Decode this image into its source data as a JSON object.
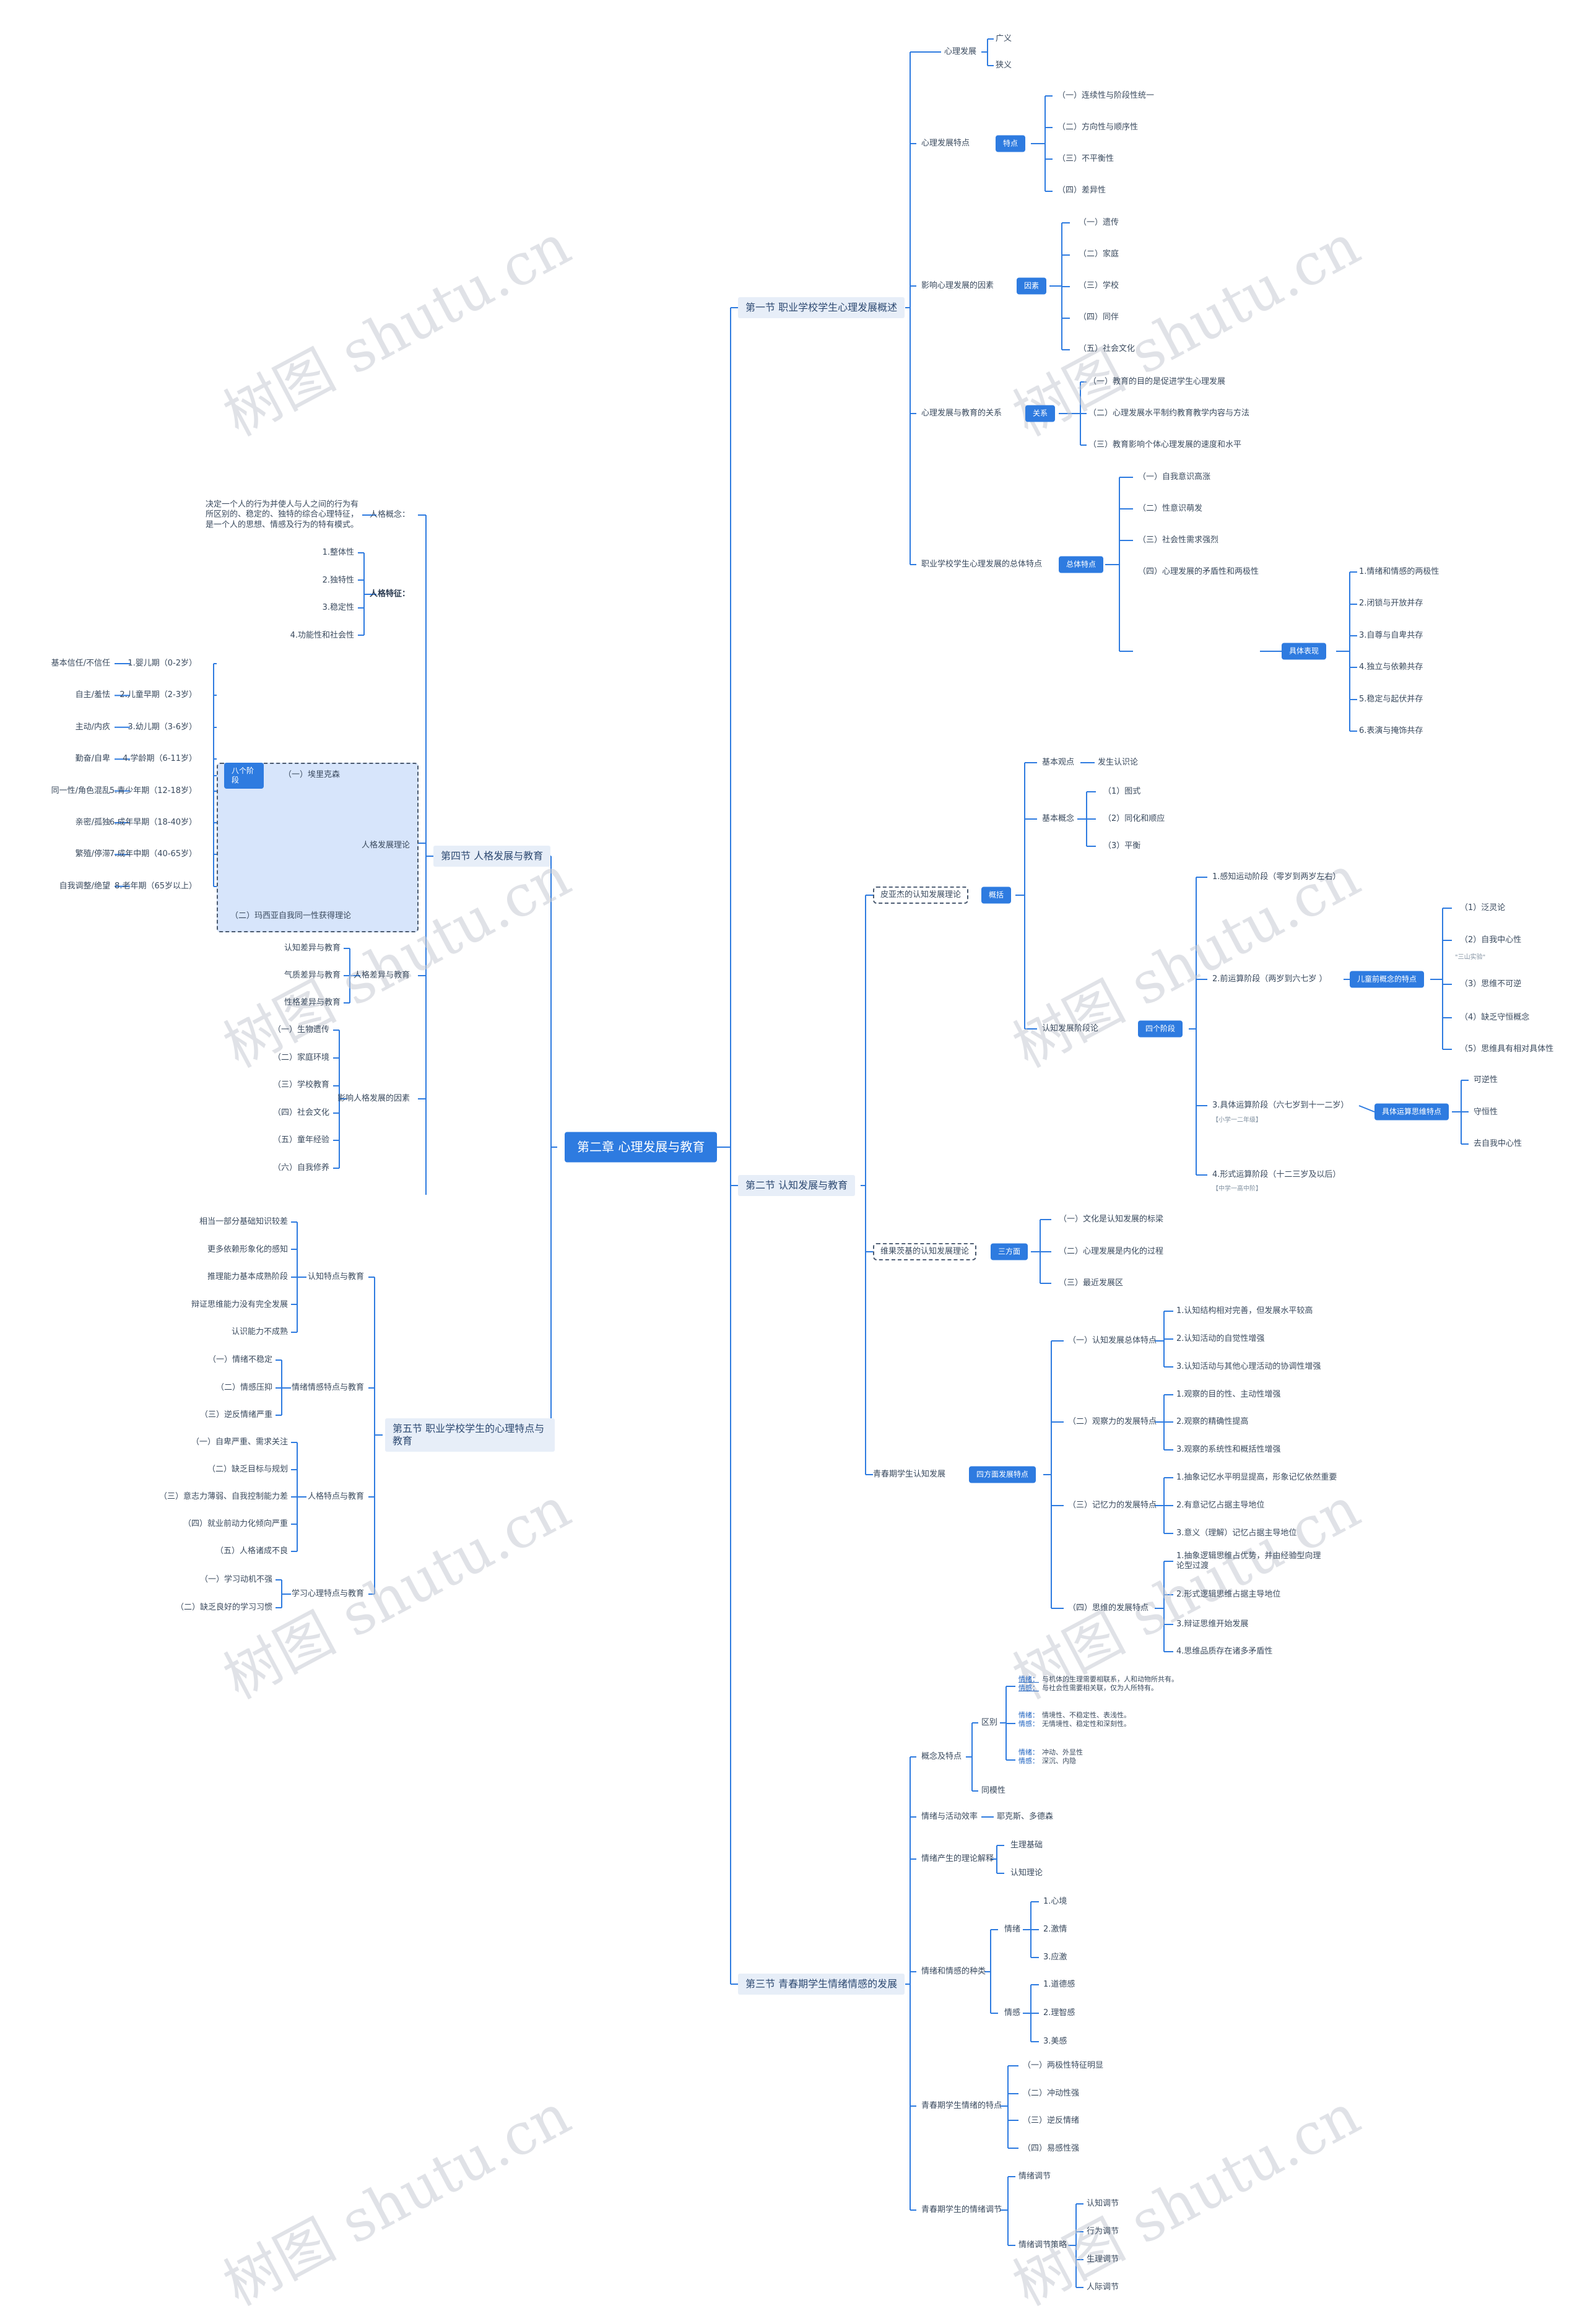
{
  "root": "第二章  心理发展与教育",
  "watermark": "树图 shutu.cn",
  "s1": {
    "title": "第一节 职业学校学生心理发展概述",
    "concept": {
      "label": "心理发展",
      "items": [
        "广义",
        "狭义"
      ]
    },
    "features": {
      "label": "心理发展特点",
      "tag": "特点",
      "items": [
        "（一）连续性与阶段性统一",
        "（二）方向性与顺序性",
        "（三）不平衡性",
        "（四）差异性"
      ]
    },
    "factors": {
      "label": "影响心理发展的因素",
      "tag": "因素",
      "items": [
        "（一）遗传",
        "（二）家庭",
        "（三）学校",
        "（四）同伴",
        "（五）社会文化"
      ]
    },
    "relation": {
      "label": "心理发展与教育的关系",
      "tag": "关系",
      "items": [
        "（一）教育的目的是促进学生心理发展",
        "（二）心理发展水平制约教育教学内容与方法",
        "（三）教育影响个体心理发展的速度和水平"
      ]
    },
    "overall": {
      "label": "职业学校学生心理发展的总体特点",
      "tag": "总体特点",
      "items": [
        "（一）自我意识高涨",
        "（二）性意识萌发",
        "（三）社会性需求强烈",
        "（四）心理发展的矛盾性和两极性"
      ],
      "tag2": "具体表现",
      "sub": [
        "1.情绪和情感的两极性",
        "2.闭锁与开放并存",
        "3.自尊与自卑共存",
        "4.独立与依赖共存",
        "5.稳定与起伏并存",
        "6.表演与掩饰共存"
      ]
    }
  },
  "s2": {
    "title": "第二节 认知发展与教育",
    "piaget": {
      "label": "皮亚杰的认知发展理论",
      "tag": "概括",
      "basic": {
        "label": "基本观点",
        "val": "发生认识论"
      },
      "concepts": {
        "label": "基本概念",
        "items": [
          "（1）图式",
          "（2）同化和顺应",
          "（3）平衡"
        ]
      },
      "stages": {
        "label": "认知发展阶段论",
        "tag": "四个阶段",
        "items": [
          "1.感知运动阶段（零岁到两岁左右）",
          "2.前运算阶段（两岁到六七岁 ）",
          "3.具体运算阶段（六七岁到十一二岁）",
          "4.形式运算阶段（十二三岁及以后）"
        ],
        "note3": "【小学一二年级】",
        "note4": "【中学一高中阶】",
        "child": {
          "tag": "儿童前概念的特点",
          "items": [
            "（1）泛灵论",
            "（2）自我中心性",
            "（3）思维不可逆",
            "（4）缺乏守恒概念",
            "（5）思维具有相对具体性"
          ],
          "note": "\"三山实验\""
        },
        "concrete": {
          "tag": "具体运算思维特点",
          "items": [
            "可逆性",
            "守恒性",
            "去自我中心性"
          ]
        }
      }
    },
    "vygotsky": {
      "label": "维果茨基的认知发展理论",
      "tag": "三方面",
      "items": [
        "（一）文化是认知发展的标梁",
        "（二）心理发展是内化的过程",
        "（三）最近发展区"
      ]
    },
    "youth": {
      "label": "青春期学生认知发展",
      "tag": "四方面发展特点",
      "groups": [
        {
          "label": "（一）认知发展总体特点",
          "items": [
            "1.认知结构相对完善，但发展水平较高",
            "2.认知活动的自觉性增强",
            "3.认知活动与其他心理活动的协调性增强"
          ]
        },
        {
          "label": "（二）观察力的发展特点",
          "items": [
            "1.观察的目的性、主动性增强",
            "2.观察的精确性提高",
            "3.观察的系统性和概括性增强"
          ]
        },
        {
          "label": "（三）记忆力的发展特点",
          "items": [
            "1.抽象记忆水平明显提高，形象记忆依然重要",
            "2.有意记忆占据主导地位",
            "3.意义（理解）记忆占据主导地位"
          ]
        },
        {
          "label": "（四）思维的发展特点",
          "items": [
            "1.抽象逻辑思维占优势，并由经验型向理论型过渡",
            "2.形式逻辑思维占据主导地位",
            "3.辩证思维开始发展",
            "4.思维品质存在诸多矛盾性"
          ]
        }
      ]
    }
  },
  "s3": {
    "title": "第三节 青春期学生情绪情感的发展",
    "concept": {
      "label": "概念及特点",
      "diff": "区别",
      "same": "同模性",
      "rows": [
        {
          "a": "情绪：",
          "b": "与机体的生理需要相联系，人和动物所共有。"
        },
        {
          "a": "情感：",
          "b": "与社会性需要相关联，仅为人所特有。"
        },
        {
          "a": "情绪：",
          "b": "情境性、不稳定性、表浅性。"
        },
        {
          "a": "情感：",
          "b": "无情境性、稳定性和深刻性。"
        },
        {
          "a": "情绪：",
          "b": "冲动、外显性"
        },
        {
          "a": "情感：",
          "b": "深沉、内隐"
        }
      ]
    },
    "efficiency": {
      "label": "情绪与活动效率",
      "val": "耶克斯、多德森"
    },
    "theory": {
      "label": "情绪产生的理论解释",
      "items": [
        "生理基础",
        "认知理论"
      ]
    },
    "types": {
      "label": "情绪和情感的种类",
      "emo": "情绪",
      "emoItems": [
        "1.心境",
        "2.激情",
        "3.应激"
      ],
      "feel": "情感",
      "feelItems": [
        "1.道德感",
        "2.理智感",
        "3.美感"
      ]
    },
    "traits": {
      "label": "青春期学生情绪的特点",
      "items": [
        "（一）两极性特征明显",
        "（二）冲动性强",
        "（三）逆反情绪",
        "（四）易感性强"
      ]
    },
    "regulate": {
      "label": "青春期学生的情绪调节",
      "items": [
        "情绪调节",
        "情绪调节策略"
      ],
      "sub": [
        "认知调节",
        "行为调节",
        "生理调节",
        "人际调节"
      ]
    }
  },
  "s4": {
    "title": "第四节 人格发展与教育",
    "concept": {
      "label": "人格概念：",
      "text": "决定一个人的行为并使人与人之间的行为有所区别的、稳定的、独特的综合心理特征，是一个人的思想、情感及行为的特有模式。"
    },
    "traits": {
      "label": "人格特征：",
      "items": [
        "1.整体性",
        "2.独特性",
        "3.稳定性",
        "4.功能性和社会性"
      ]
    },
    "theory": {
      "label": "人格发展理论",
      "erikson": "（一）埃里克森",
      "freud": "（二）玛西亚自我同一性获得理论",
      "tag": "八个阶段",
      "stages": [
        "1.婴儿期（0-2岁）",
        "2.儿童早期（2-3岁）",
        "3.幼儿期（3-6岁）",
        "4.学龄期（6-11岁）",
        "5.青少年期（12-18岁）",
        "6.成年早期（18-40岁）",
        "7.成年中期（40-65岁）",
        "8.老年期（65岁以上）"
      ],
      "crises": [
        "基本信任/不信任",
        "自主/羞怯",
        "主动/内疚",
        "勤奋/自卑",
        "同一性/角色混乱",
        "亲密/孤独",
        "繁殖/停滞",
        "自我调整/绝望"
      ]
    },
    "diff": {
      "label": "人格差异与教育",
      "items": [
        "认知差异与教育",
        "气质差异与教育",
        "性格差异与教育"
      ]
    },
    "factors": {
      "label": "影响人格发展的因素",
      "items": [
        "（一）生物遗传",
        "（二）家庭环境",
        "（三）学校教育",
        "（四）社会文化",
        "（五）童年经验",
        "（六）自我修养"
      ]
    }
  },
  "s5": {
    "title": "第五节 职业学校学生的心理特点与教育",
    "cognitive": {
      "label": "认知特点与教育",
      "items": [
        "相当一部分基础知识较差",
        "更多依赖形象化的感知",
        "推理能力基本成熟阶段",
        "辩证思维能力没有完全发展",
        "认识能力不成熟"
      ]
    },
    "emotion": {
      "label": "情绪情感特点与教育",
      "items": [
        "（一）情绪不稳定",
        "（二）情感压抑",
        "（三）逆反情绪严重"
      ]
    },
    "personality": {
      "label": "人格特点与教育",
      "items": [
        "（一）自卑严重、需求关注",
        "（二）缺乏目标与规划",
        "（三）意志力薄弱、自我控制能力差",
        "（四）就业前动力化倾向严重",
        "（五）人格诸成不良"
      ]
    },
    "learning": {
      "label": "学习心理特点与教育",
      "items": [
        "（一）学习动机不强",
        "（二）缺乏良好的学习习惯"
      ]
    }
  }
}
